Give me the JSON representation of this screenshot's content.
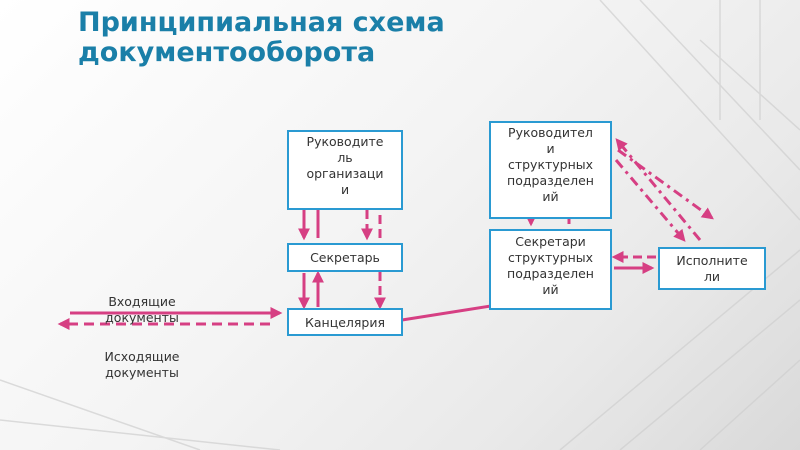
{
  "title": {
    "line1": "Принципиальная схема",
    "line2": "документооборота"
  },
  "boxes": {
    "head_org": "Руководите\nль\nорганизаци\nи",
    "secretary": "Секретарь",
    "chancellery": "Канцелярия",
    "head_depts": "Руководител\nи\nструктурных\nподразделен\nий",
    "secretaries_depts": "Секретари\nструктурных\nподразделен\nий",
    "executors": "Исполните\nли"
  },
  "labels": {
    "incoming": "Входящие\nдокументы",
    "outgoing": "Исходящие\nдокументы"
  },
  "colors": {
    "title": "#1a7fa8",
    "box_border": "#2a9ad2",
    "arrow": "#d63f83"
  }
}
